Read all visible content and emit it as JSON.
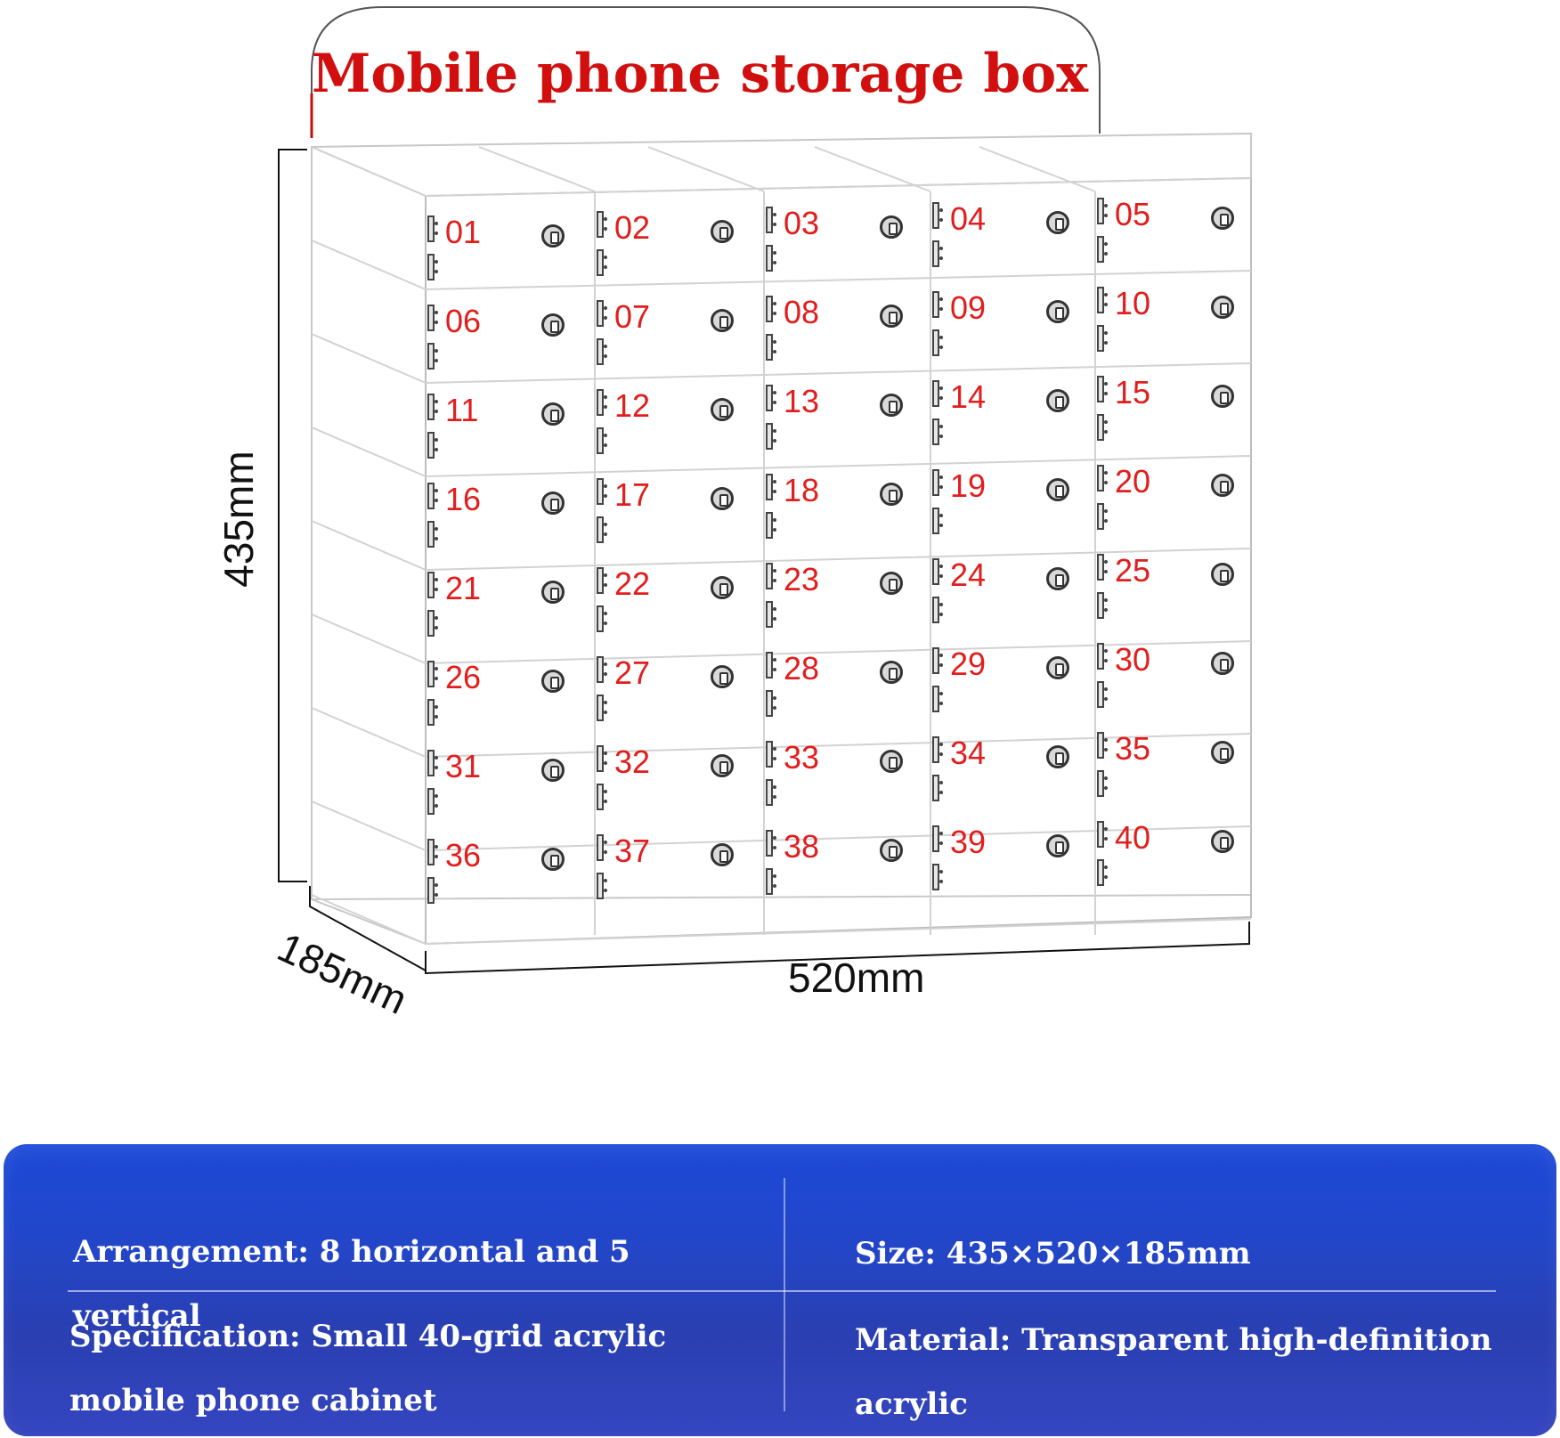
{
  "title": "Mobile phone storage box",
  "dimensions": {
    "height": "435mm",
    "depth": "185mm",
    "width": "520mm"
  },
  "cells": [
    "01",
    "02",
    "03",
    "04",
    "05",
    "06",
    "07",
    "08",
    "09",
    "10",
    "11",
    "12",
    "13",
    "14",
    "15",
    "16",
    "17",
    "18",
    "19",
    "20",
    "21",
    "22",
    "23",
    "24",
    "25",
    "26",
    "27",
    "28",
    "29",
    "30",
    "31",
    "32",
    "33",
    "34",
    "35",
    "36",
    "37",
    "38",
    "39",
    "40"
  ],
  "specs": {
    "arrangement": "Arrangement: 8 horizontal and 5 vertical",
    "size": "Size: 435×520×185mm",
    "specification": "Specification: Small 40-grid acrylic mobile phone cabinet",
    "material": "Material: Transparent high-definition acrylic"
  },
  "colors": {
    "title_red": "#d10f0f",
    "label_red": "#e11d1d",
    "panel_blue": "#2346c8"
  }
}
